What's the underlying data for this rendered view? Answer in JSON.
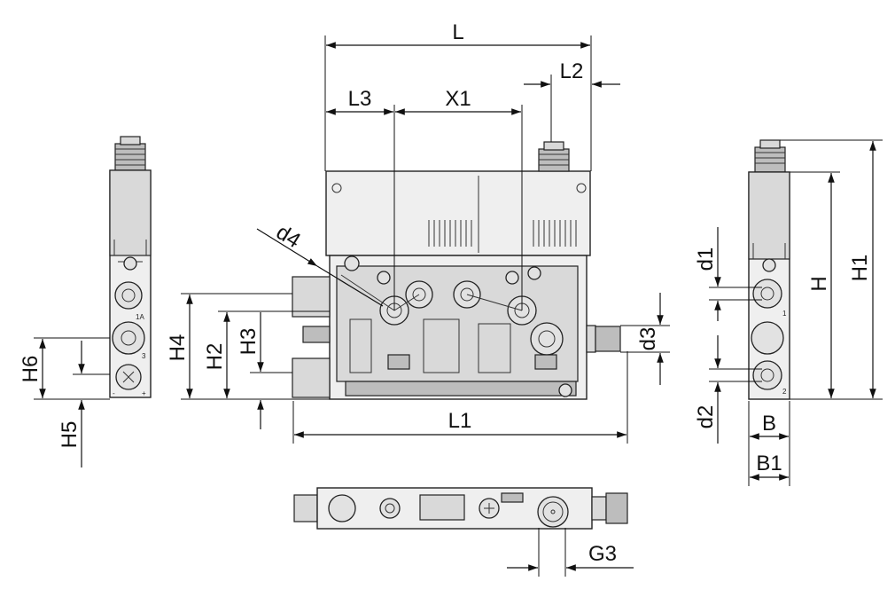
{
  "dimensions": {
    "L": "L",
    "L1": "L1",
    "L2": "L2",
    "L3": "L3",
    "X1": "X1",
    "H": "H",
    "H1": "H1",
    "H2": "H2",
    "H3": "H3",
    "H4": "H4",
    "H5": "H5",
    "H6": "H6",
    "B": "B",
    "B1": "B1",
    "d1": "d1",
    "d2": "d2",
    "d3": "d3",
    "d4": "d4",
    "G3": "G3"
  },
  "port_marks": {
    "left_1a": "1A",
    "left_3": "3",
    "left_minus": "-",
    "left_plus": "+",
    "right_1": "1",
    "right_2": "2"
  }
}
